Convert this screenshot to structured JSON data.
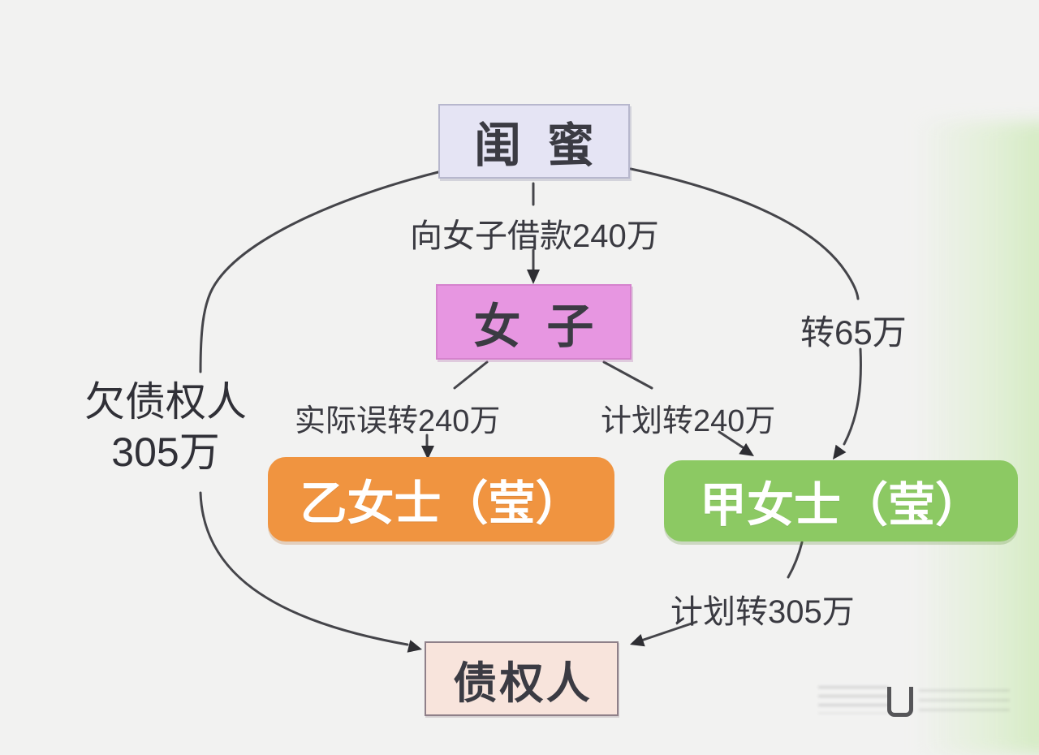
{
  "nodes": {
    "best_friend": {
      "label": "闺蜜",
      "fill": "#e5e4f4"
    },
    "woman": {
      "label": "女子",
      "fill": "#e796e1"
    },
    "ms_yi": {
      "label": "乙女士（莹）",
      "fill": "#f09440"
    },
    "ms_jia": {
      "label": "甲女士（莹）",
      "fill": "#8cc963"
    },
    "creditor": {
      "label": "债权人",
      "fill": "#f8e4dc"
    }
  },
  "edges": [
    {
      "from": "闺蜜",
      "to": "女子",
      "label": "向女子借款240万"
    },
    {
      "from": "女子",
      "to": "乙女士（莹）",
      "label": "实际误转240万"
    },
    {
      "from": "女子",
      "to": "甲女士（莹）",
      "label": "计划转240万"
    },
    {
      "from": "闺蜜",
      "to": "甲女士（莹）",
      "label": "转65万"
    },
    {
      "from": "甲女士（莹）",
      "to": "债权人",
      "label": "计划转305万"
    },
    {
      "from": "闺蜜",
      "to": "债权人",
      "label_lines": [
        "欠债权人",
        "305万"
      ]
    }
  ],
  "colors": {
    "background": "#f2f2f1",
    "right_band_green": "#d0e9bc",
    "arrow": "#45454a",
    "label_text": "#3a3a41",
    "node_text_dark": "#3b3b43",
    "node_text_light": "#ffffff"
  }
}
